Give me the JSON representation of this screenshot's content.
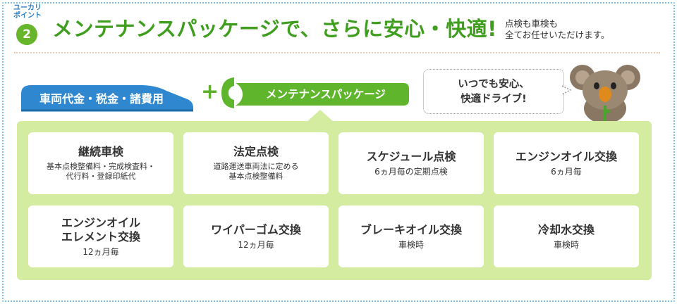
{
  "header": {
    "point_label_line1": "ユーカリ",
    "point_label_line2": "ポイント",
    "point_number": "2",
    "headline": "メンテナンスパッケージで、さらに安心・快適!",
    "subhead_line1": "点検も車検も",
    "subhead_line2": "全てお任せいただけます。"
  },
  "labels": {
    "car_costs": "車両代金・税金・諸費用",
    "plus": "+",
    "maintenance_package": "メンテナンスパッケージ"
  },
  "bubble": {
    "line1": "いつでも安心、",
    "line2": "快適ドライブ!"
  },
  "cards": [
    {
      "title_line1": "継続車検",
      "title_line2": "",
      "desc_line1": "基本点検整備料・完成検査料・",
      "desc_line2": "代行料・登録印紙代"
    },
    {
      "title_line1": "法定点検",
      "title_line2": "",
      "desc_line1": "道路運送車両法に定める",
      "desc_line2": "基本点検整備料"
    },
    {
      "title_line1": "スケジュール点検",
      "title_line2": "",
      "desc_line1": "6ヵ月毎の定期点検",
      "desc_line2": ""
    },
    {
      "title_line1": "エンジンオイル交換",
      "title_line2": "",
      "desc_line1": "6ヵ月毎",
      "desc_line2": ""
    },
    {
      "title_line1": "エンジンオイル",
      "title_line2": "エレメント交換",
      "desc_line1": "12ヵ月毎",
      "desc_line2": ""
    },
    {
      "title_line1": "ワイパーゴム交換",
      "title_line2": "",
      "desc_line1": "12ヵ月毎",
      "desc_line2": ""
    },
    {
      "title_line1": "ブレーキオイル交換",
      "title_line2": "",
      "desc_line1": "車検時",
      "desc_line2": ""
    },
    {
      "title_line1": "冷却水交換",
      "title_line2": "",
      "desc_line1": "車検時",
      "desc_line2": ""
    }
  ],
  "icons": {
    "point_badge": "point-badge-icon",
    "car": "car-shape-icon",
    "wrench": "wrench-shape-icon",
    "koala": "koala-mascot-icon"
  },
  "colors": {
    "green_text": "#3f9e1e",
    "blue_car": "#2f88cf",
    "green_badge": "#5fb52b",
    "panel_bg": "#d4eca0",
    "dotted_border": "#7fc3ea"
  }
}
